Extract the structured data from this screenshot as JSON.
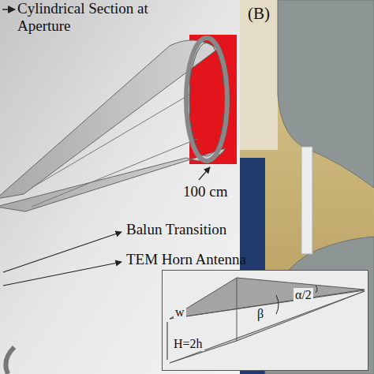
{
  "diagram": {
    "nodes": [
      {
        "text": [
          "w",
          "α/2",
          "β",
          "H=2h"
        ]
      }
    ],
    "labels": [
      "Cylindrical Section at Aperture",
      "100 cm",
      "Balun Transition",
      "TEM Horn Antenna",
      "(B)"
    ]
  }
}
